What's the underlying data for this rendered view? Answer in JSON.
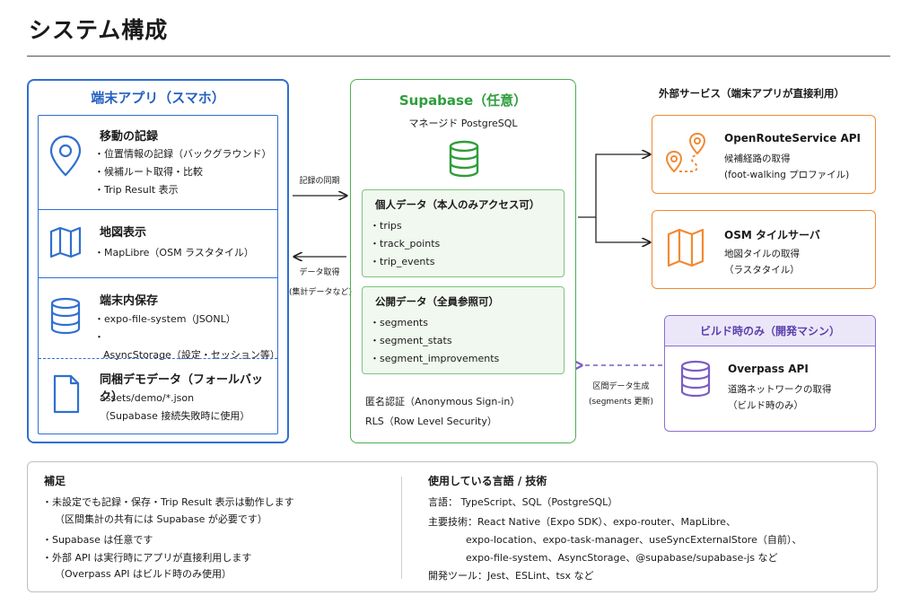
{
  "page_title": "システム構成",
  "app": {
    "title": "端末アプリ（スマホ）",
    "sections": [
      {
        "heading": "移動の記録",
        "icon": "location-pin-icon",
        "items": [
          "位置情報の記録（バックグラウンド）",
          "候補ルート取得・比較",
          "Trip Result 表示"
        ]
      },
      {
        "heading": "地図表示",
        "icon": "map-icon",
        "items": [
          "MapLibre（OSM ラスタタイル）"
        ]
      },
      {
        "heading": "端末内保存",
        "icon": "database-icon",
        "items": [
          "expo-file-system（JSONL）",
          "AsyncStorage（設定・セッション等）"
        ]
      },
      {
        "heading": "同梱デモデータ（フォールバック）",
        "icon": "file-icon",
        "lines": [
          "assets/demo/*.json",
          "（Supabase 接続失敗時に使用）"
        ]
      }
    ]
  },
  "arrows": {
    "sync_label": "記録の同期",
    "fetch_label": "データ取得",
    "fetch_sub": "(集計データなど)",
    "build_label": "区間データ生成",
    "build_sub": "(segments 更新)"
  },
  "supabase": {
    "title": "Supabase（任意）",
    "subtitle": "マネージド PostgreSQL",
    "icon": "database-icon",
    "personal": {
      "heading": "個人データ（本人のみアクセス可）",
      "items": [
        "trips",
        "track_points",
        "trip_events"
      ]
    },
    "public": {
      "heading": "公開データ（全員参照可）",
      "items": [
        "segments",
        "segment_stats",
        "segment_improvements"
      ]
    },
    "auth": "匿名認証（Anonymous Sign-in）",
    "rls": "RLS（Row Level Security）"
  },
  "external": {
    "title": "外部サービス（端末アプリが直接利用）",
    "services": [
      {
        "name": "OpenRouteService API",
        "icon": "route-icon",
        "lines": [
          "候補経路の取得",
          "(foot-walking プロファイル)"
        ]
      },
      {
        "name": "OSM タイルサーバ",
        "icon": "map-icon",
        "lines": [
          "地図タイルの取得",
          "（ラスタタイル）"
        ]
      }
    ]
  },
  "build": {
    "band": "ビルド時のみ（開発マシン）",
    "name": "Overpass API",
    "icon": "database-icon",
    "lines": [
      "道路ネットワークの取得",
      "（ビルド時のみ）"
    ]
  },
  "notes": {
    "left_title": "補足",
    "left_lines": [
      "・未設定でも記録・保存・Trip Result 表示は動作します",
      "（区間集計の共有には Supabase が必要です）",
      "・Supabase は任意です",
      "・外部 API は実行時にアプリが直接利用します",
      "（Overpass API はビルド時のみ使用）"
    ],
    "right_title": "使用している言語 / 技術",
    "lang": "言語： TypeScript、SQL（PostgreSQL）",
    "tech": [
      "主要技術：React Native（Expo SDK）、expo-router、MapLibre、",
      "expo-location、expo-task-manager、useSyncExternalStore（自前）、",
      "expo-file-system、AsyncStorage、@supabase/supabase-js など"
    ],
    "tools": "開発ツール：Jest、ESLint、tsx など"
  },
  "colors": {
    "app": "#2f6fd0",
    "supabase": "#4caf50",
    "external": "#f08a33",
    "build": "#8c6fd1"
  }
}
